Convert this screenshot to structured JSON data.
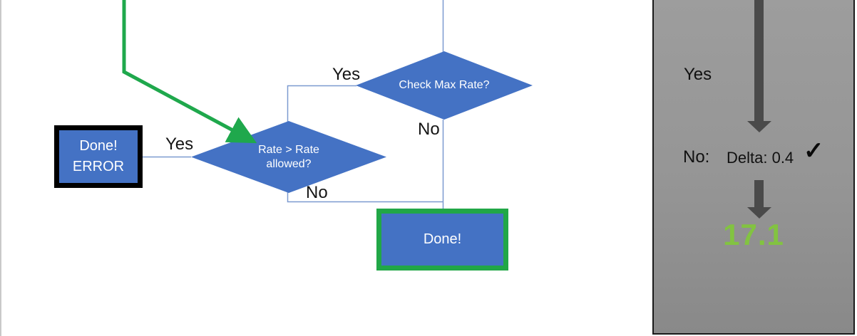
{
  "flowchart": {
    "nodes": {
      "check_max_rate": "Check Max Rate?",
      "rate_allowed": "Rate > Rate allowed?",
      "done_error_line1": "Done!",
      "done_error_line2": "ERROR",
      "done": "Done!"
    },
    "edge_labels": {
      "check_yes": "Yes",
      "check_no": "No",
      "rate_yes": "Yes",
      "rate_no": "No"
    }
  },
  "panel": {
    "yes_label": "Yes",
    "no_label": "No:",
    "delta_text": "Delta: 0.4",
    "checkmark": "✓",
    "result": "17.1"
  },
  "colors": {
    "shape_fill": "#4472C4",
    "connector_blue": "#7C9AD0",
    "green_accent": "#1FA84C",
    "done_border_green": "#21A747",
    "panel_arrow_gray": "#4A4A4A",
    "result_green": "#82C341",
    "panel_gray_top": "#9D9D9D",
    "panel_gray_bottom": "#898989"
  }
}
